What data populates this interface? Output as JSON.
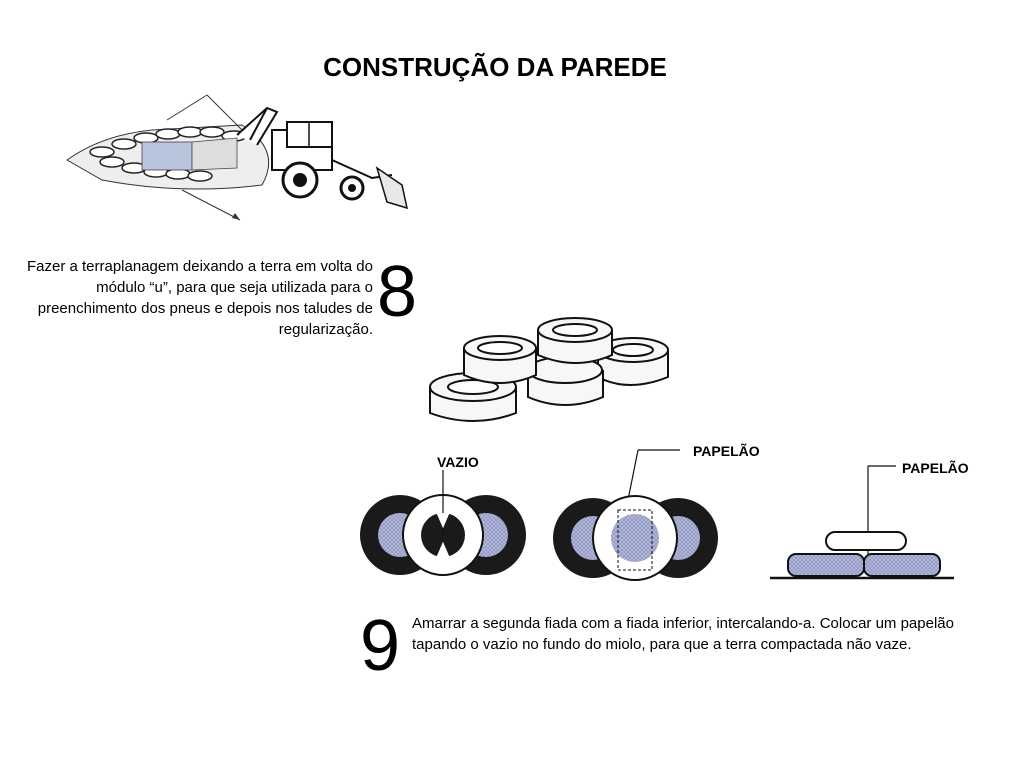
{
  "title": "CONSTRUÇÃO DA PAREDE",
  "step8": {
    "number": "8",
    "text": "Fazer a terraplanagem deixando a terra em volta do módulo “u”, para que seja utilizada para o preenchimento dos pneus e depois nos taludes de regularização."
  },
  "step9": {
    "number": "9",
    "text": "Amarrar a segunda fiada com a fiada inferior, intercalando-a. Colocar um papelão tapando o vazio no fundo do miolo, para que a terra compactada não vaze."
  },
  "labels": {
    "vazio": "VAZIO",
    "papelao_top": "PAPELÃO",
    "papelao_side": "PAPELÃO"
  },
  "colors": {
    "ink": "#000000",
    "tire_dark": "#1a1a1a",
    "fill_pattern": "#8aa0c8"
  }
}
